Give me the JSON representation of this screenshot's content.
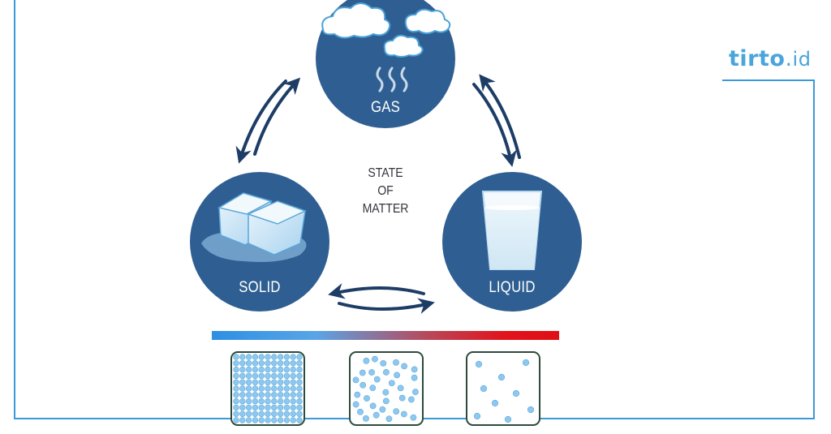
{
  "logo": {
    "name": "tirto",
    "separator": ".",
    "tld": "id"
  },
  "diagram": {
    "title_lines": [
      "STATE",
      "OF",
      "MATTER"
    ],
    "states": {
      "gas": {
        "label": "GAS"
      },
      "solid": {
        "label": "SOLID"
      },
      "liquid": {
        "label": "LIQUID"
      }
    }
  },
  "colors": {
    "circle_fill": "#2f5f92",
    "arrow": "#1d3d66",
    "frame": "#3a9ad9",
    "temperature_cold": "#2d8fe3",
    "temperature_hot": "#e01015",
    "particle": "#8fc8ee",
    "particle_box_border": "#2d4a3a"
  },
  "particle_boxes": [
    {
      "state": "solid",
      "arrangement": "tightly packed grid"
    },
    {
      "state": "liquid",
      "arrangement": "loosely packed"
    },
    {
      "state": "gas",
      "arrangement": "widely spaced"
    }
  ]
}
